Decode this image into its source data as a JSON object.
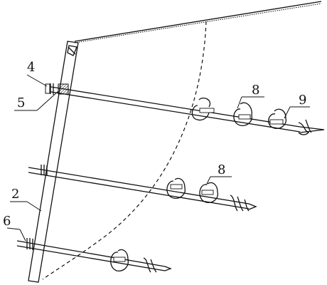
{
  "figure": {
    "labels": {
      "l4": "4",
      "l5": "5",
      "l2": "2",
      "l6": "6",
      "l8a": "8",
      "l8b": "8",
      "l9": "9"
    }
  }
}
